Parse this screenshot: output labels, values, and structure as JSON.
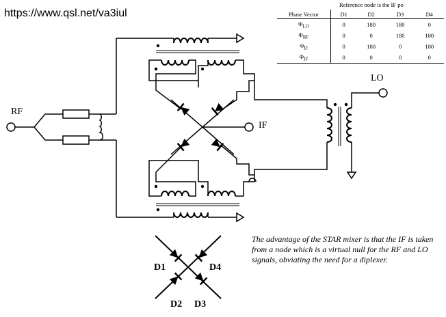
{
  "watermark_url": "https://www.qsl.net/va3iul",
  "table": {
    "note": "Reference node is the IF po",
    "headers": [
      "Phase Vector",
      "D1",
      "D2",
      "D3",
      "D4"
    ],
    "rows": [
      {
        "symbol": "Φ",
        "sub": "LO",
        "values": [
          "0",
          "180",
          "180",
          "0"
        ]
      },
      {
        "symbol": "Φ",
        "sub": "RF",
        "values": [
          "0",
          "0",
          "180",
          "180"
        ]
      },
      {
        "symbol": "Φ",
        "sub": "D",
        "values": [
          "0",
          "180",
          "0",
          "180"
        ]
      },
      {
        "symbol": "Φ",
        "sub": "IF",
        "values": [
          "0",
          "0",
          "0",
          "0"
        ]
      }
    ]
  },
  "labels": {
    "rf": "RF",
    "lo": "LO",
    "if": "IF",
    "d1": "D1",
    "d2": "D2",
    "d3": "D3",
    "d4": "D4"
  },
  "caption": "The advantage of the STAR mixer is that the IF is taken from a node which is a virtual null for the RF and LO signals, obviating the need for a diplexer."
}
